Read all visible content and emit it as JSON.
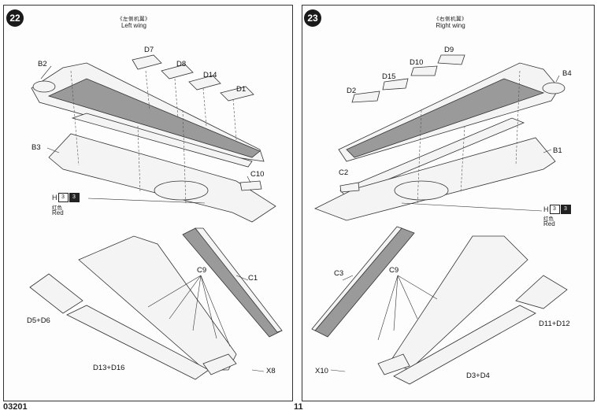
{
  "steps": [
    {
      "number": "22",
      "title_cn": "《左侧机翼》",
      "title_en": "Left wing"
    },
    {
      "number": "23",
      "title_cn": "《右侧机翼》",
      "title_en": "Right wing"
    }
  ],
  "left_labels": {
    "b2": "B2",
    "d7": "D7",
    "d8": "D8",
    "d14": "D14",
    "d1": "D1",
    "b3": "B3",
    "c10": "C10",
    "c9": "C9",
    "c1": "C1",
    "d5d6": "D5+D6",
    "d13d16": "D13+D16",
    "x8": "X8"
  },
  "right_labels": {
    "d9": "D9",
    "d10": "D10",
    "d15": "D15",
    "d2": "D2",
    "b4": "B4",
    "b1": "B1",
    "c2": "C2",
    "c3": "C3",
    "c9": "C9",
    "d11d12": "D11+D12",
    "d3d4": "D3+D4",
    "x10": "X10"
  },
  "color_callout": {
    "letter": "H",
    "code1": "3",
    "code2": "3",
    "name_cn": "红色",
    "name_en": "Red"
  },
  "footer": {
    "code": "03201",
    "page": "11"
  },
  "colors": {
    "shade": "#9a9a9a",
    "badge": "#1a1a1a"
  }
}
